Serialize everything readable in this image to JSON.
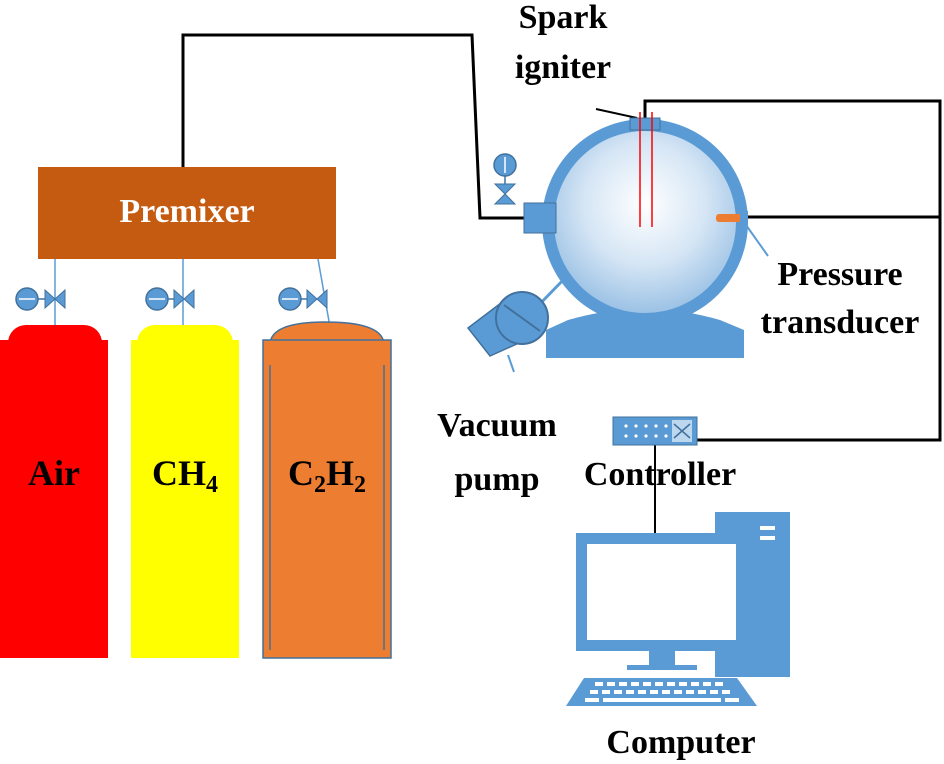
{
  "labels": {
    "premixer": "Premixer",
    "spark_line1": "Spark",
    "spark_line2": "igniter",
    "pressure_line1": "Pressure",
    "pressure_line2": "transducer",
    "vacuum_line1": "Vacuum",
    "vacuum_line2": "pump",
    "controller": "Controller",
    "computer": "Computer"
  },
  "cylinders": [
    {
      "main": "Air",
      "sub1": "",
      "mid": "",
      "sub2": "",
      "color": "#fe0000",
      "text_color": "#000000"
    },
    {
      "main": "CH",
      "sub1": "4",
      "mid": "",
      "sub2": "",
      "color": "#ffff00",
      "text_color": "#000000"
    },
    {
      "main": "C",
      "sub1": "2",
      "mid": "H",
      "sub2": "2",
      "color": "#ed7d31",
      "text_color": "#000000"
    }
  ],
  "colors": {
    "premixer": "#c55a11",
    "equipment_blue": "#5b9bd5",
    "wire": "#000000",
    "igniter_electrode": "#ff0000",
    "transducer_tip": "#ed7d31"
  }
}
